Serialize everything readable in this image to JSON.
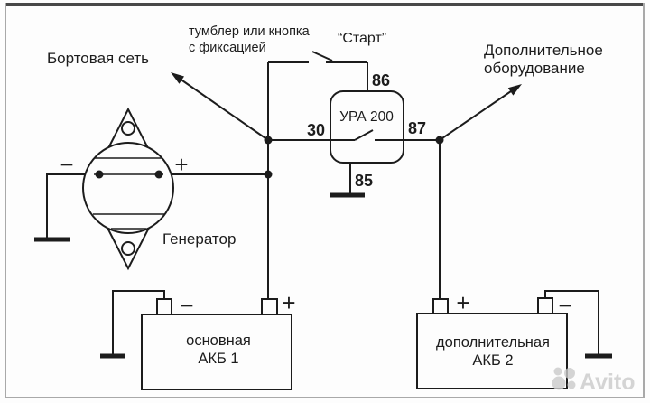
{
  "labels": {
    "onboard_network": "Бортовая сеть",
    "switch_line1": "тумблер или кнопка",
    "switch_line2": "с фиксацией",
    "start_button": "“Старт”",
    "aux_line1": "Дополнительное",
    "aux_line2": "оборудование"
  },
  "relay": {
    "name": "УРА 200",
    "pin_top": "86",
    "pin_left": "30",
    "pin_right": "87",
    "pin_bottom": "85"
  },
  "generator": {
    "label": "Генератор",
    "minus_sign": "−",
    "plus_sign": "+"
  },
  "battery_main": {
    "name_line1": "основная",
    "name_line2": "АКБ 1",
    "minus_sign": "−",
    "plus_sign": "+"
  },
  "battery_aux": {
    "name_line1": "дополнительная",
    "name_line2": "АКБ 2",
    "plus_sign": "+",
    "minus_sign": "−"
  },
  "watermark": {
    "brand": "Avito"
  },
  "colors": {
    "line": "#1c1c1c",
    "background": "#fdfdfd",
    "frame_top": "#484848",
    "frame_side": "#a9a9a9",
    "watermark": "#cbcbcb"
  }
}
